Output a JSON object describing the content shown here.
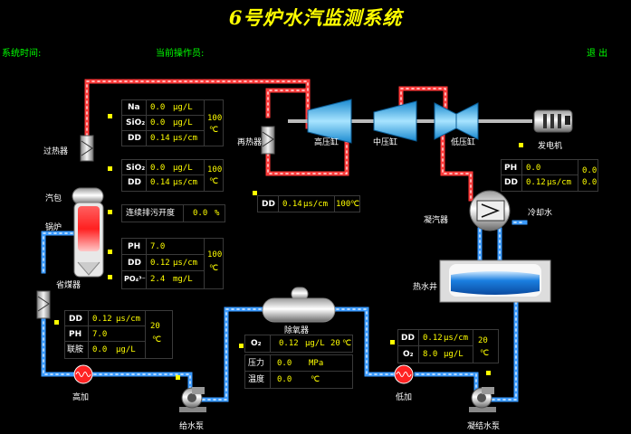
{
  "title": "6号炉水汽监测系统",
  "header": {
    "system_time_label": "系统时间:",
    "operator_label": "当前操作员:",
    "exit_label": "退  出"
  },
  "equipment": {
    "superheater": "过热器",
    "drum": "汽包",
    "boiler": "锅炉",
    "economizer": "省煤器",
    "reheater": "再热器",
    "hp_cylinder": "高压缸",
    "ip_cylinder": "中压缸",
    "lp_cylinder": "低压缸",
    "generator": "发电机",
    "condenser": "凝汽器",
    "cooling_water": "冷却水",
    "hotwell": "热水井",
    "deaerator": "除氧器",
    "hp_heater": "高加",
    "lp_heater": "低加",
    "feed_pump": "给水泵",
    "condensate_pump": "凝结水泵"
  },
  "panels": {
    "steam1": {
      "na_label": "Na",
      "na_value": "0.0",
      "na_unit": "μg/L",
      "sio2_label": "SiO₂",
      "sio2_value": "0.0",
      "sio2_unit": "μg/L",
      "dd_label": "DD",
      "dd_value": "0.14",
      "dd_unit": "μs/cm",
      "temp_value": "100",
      "temp_unit": "℃"
    },
    "steam2": {
      "sio2_label": "SiO₂",
      "sio2_value": "0.0",
      "sio2_unit": "μg/L",
      "dd_label": "DD",
      "dd_value": "0.14",
      "dd_unit": "μs/cm",
      "temp_value": "100",
      "temp_unit": "℃"
    },
    "blowdown": {
      "label": "连续排污开度",
      "value": "0.0",
      "unit": "%"
    },
    "boiler_water": {
      "ph_label": "PH",
      "ph_value": "7.0",
      "dd_label": "DD",
      "dd_value": "0.12",
      "dd_unit": "μs/cm",
      "po4_label": "PO₄³⁻",
      "po4_value": "2.4",
      "po4_unit": "mg/L",
      "temp_value": "100",
      "temp_unit": "℃"
    },
    "reheat": {
      "dd_label": "DD",
      "dd_value": "0.14",
      "dd_unit": "μs/cm",
      "temp_value": "100",
      "temp_unit": "℃"
    },
    "generator_cooling": {
      "ph_label": "PH",
      "ph_value": "0.0",
      "dd_label": "DD",
      "dd_value": "0.12",
      "dd_unit": "μs/cm",
      "r1": "0.0",
      "r2": "0.0"
    },
    "feedwater": {
      "dd_label": "DD",
      "dd_value": "0.12",
      "dd_unit": "μs/cm",
      "ph_label": "PH",
      "ph_value": "7.0",
      "n2h4_label": "联胺",
      "n2h4_value": "0.0",
      "n2h4_unit": "μg/L",
      "temp_value": "20",
      "temp_unit": "℃"
    },
    "deaerator": {
      "o2_label": "O₂",
      "o2_value": "0.12",
      "o2_unit": "μg/L",
      "temp_value": "20",
      "temp_unit": "℃",
      "pressure_label": "压力",
      "pressure_value": "0.0",
      "pressure_unit": "MPa",
      "wt_label": "温度",
      "wt_value": "0.0",
      "wt_unit": "℃"
    },
    "condensate": {
      "dd_label": "DD",
      "dd_value": "0.12",
      "dd_unit": "μs/cm",
      "o2_label": "O₂",
      "o2_value": "8.0",
      "o2_unit": "μg/L",
      "temp_value": "20",
      "temp_unit": "℃"
    }
  },
  "colors": {
    "steam_pipe": "#e02020",
    "water_pipe": "#3a9aff",
    "value": "#ffff00",
    "header": "#00ff00"
  }
}
